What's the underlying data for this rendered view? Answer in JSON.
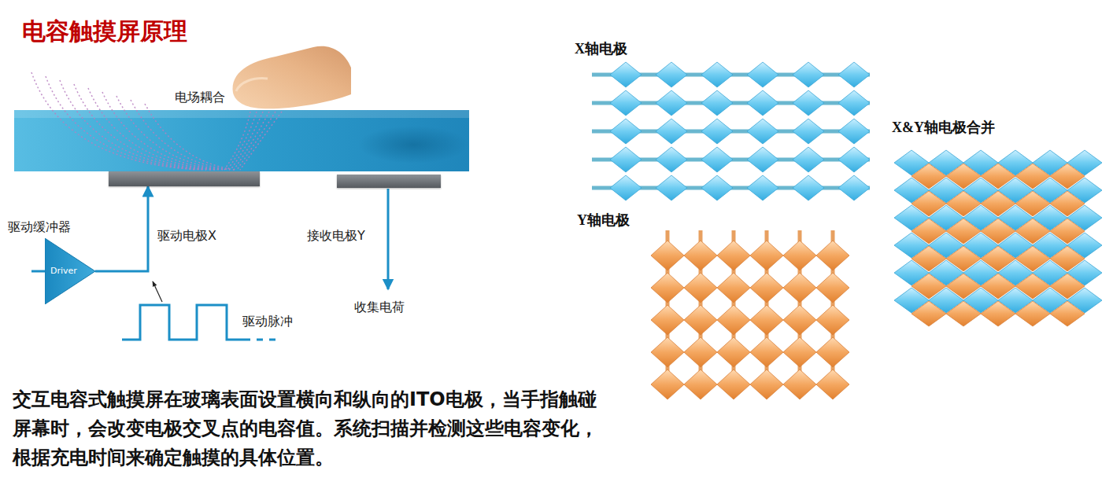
{
  "diagram": {
    "title": "电容触摸屏原理",
    "caption": "交互电容式触摸屏在玻璃表面设置横向和纵向的ITO电极，当手指触碰屏幕时，会改变电极交叉点的电容值。系统扫描并检测这些电容变化，根据充电时间来确定触摸的具体位置。",
    "nodes": [
      {
        "text": [
          "驱动缓冲器",
          "Driver"
        ]
      },
      {
        "text": [
          "驱动电极X"
        ]
      },
      {
        "text": [
          "接收电极Y"
        ]
      }
    ],
    "edges": [
      {
        "from": 0,
        "to": 1,
        "arrow": "to"
      }
    ],
    "labels": [
      "电场耦合",
      "驱动脉冲",
      "收集电荷",
      "X轴电极",
      "Y轴电极",
      "X&Y轴电极合并"
    ]
  }
}
